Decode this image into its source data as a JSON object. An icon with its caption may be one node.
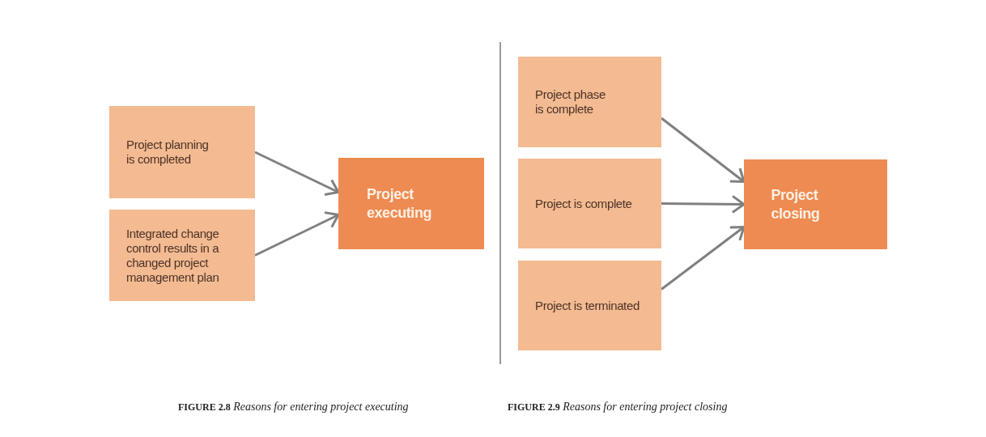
{
  "diagram": {
    "nodes": [
      {
        "text": [
          "Project planning is completed"
        ]
      },
      {
        "text": [
          "Integrated change control results in a changed project management plan"
        ]
      },
      {
        "text": [
          "Project executing"
        ]
      },
      {
        "text": [
          "Project phase is complete"
        ]
      },
      {
        "text": [
          "Project is complete"
        ]
      },
      {
        "text": [
          "Project is terminated"
        ]
      },
      {
        "text": [
          "Project closing"
        ]
      }
    ],
    "edges": [
      {
        "from": 0,
        "to": 2,
        "arrow": "to"
      },
      {
        "from": 1,
        "to": 2,
        "arrow": "to"
      },
      {
        "from": 3,
        "to": 6,
        "arrow": "to"
      },
      {
        "from": 4,
        "to": 6,
        "arrow": "to"
      },
      {
        "from": 5,
        "to": 6,
        "arrow": "to"
      }
    ],
    "labels": [
      "**FIGURE 2.8** *Reasons for entering project executing*",
      "**FIGURE 2.9** *Reasons for entering project closing*"
    ]
  }
}
